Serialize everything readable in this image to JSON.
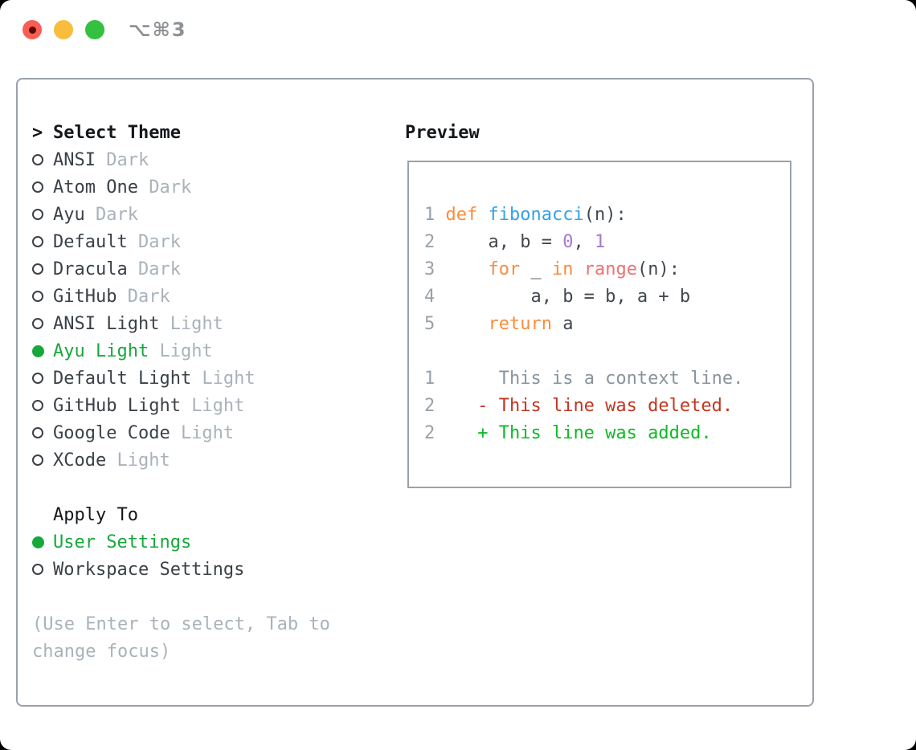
{
  "titlebar": {
    "shortcut": "⌥⌘3"
  },
  "colors": {
    "sel": "#16A83B",
    "kw": "#F98D3D",
    "fn": "#34A0E8",
    "lit": "#A579D2",
    "sp": "#F07171",
    "del": "#C2351F",
    "add": "#0CBB25",
    "num": "#98A1AA",
    "ctx": "#8A939C",
    "fg": "#42484F",
    "muted": "#A9B2BC",
    "text": "#3A4149",
    "border": "#9AA1A9",
    "light-red": "#F75E55",
    "light-yellow": "#F9BD3E",
    "light-green": "#33C13F"
  },
  "theme_select": {
    "prompt": ">",
    "header": "Select Theme",
    "items": [
      {
        "name": "ANSI",
        "tag": "Dark",
        "selected": false
      },
      {
        "name": "Atom One",
        "tag": "Dark",
        "selected": false
      },
      {
        "name": "Ayu",
        "tag": "Dark",
        "selected": false
      },
      {
        "name": "Default",
        "tag": "Dark",
        "selected": false
      },
      {
        "name": "Dracula",
        "tag": "Dark",
        "selected": false
      },
      {
        "name": "GitHub",
        "tag": "Dark",
        "selected": false
      },
      {
        "name": "ANSI Light",
        "tag": "Light",
        "selected": false
      },
      {
        "name": "Ayu Light",
        "tag": "Light",
        "selected": true
      },
      {
        "name": "Default Light",
        "tag": "Light",
        "selected": false
      },
      {
        "name": "GitHub Light",
        "tag": "Light",
        "selected": false
      },
      {
        "name": "Google Code",
        "tag": "Light",
        "selected": false
      },
      {
        "name": "XCode",
        "tag": "Light",
        "selected": false
      }
    ]
  },
  "apply_to": {
    "header": "Apply To",
    "items": [
      {
        "name": "User Settings",
        "selected": true
      },
      {
        "name": "Workspace Settings",
        "selected": false
      }
    ]
  },
  "hint_lines": [
    "(Use Enter to select, Tab to",
    "change focus)"
  ],
  "preview": {
    "header": "Preview",
    "code_lines": [
      [
        {
          "t": "1 ",
          "c": "num"
        },
        {
          "t": "def",
          "c": "kw"
        },
        {
          "t": " ",
          "c": "fg"
        },
        {
          "t": "fibonacci",
          "c": "fn"
        },
        {
          "t": "(n):",
          "c": "fg"
        }
      ],
      [
        {
          "t": "2 ",
          "c": "num"
        },
        {
          "t": "    a, b = ",
          "c": "fg"
        },
        {
          "t": "0",
          "c": "lit"
        },
        {
          "t": ", ",
          "c": "fg"
        },
        {
          "t": "1",
          "c": "lit"
        }
      ],
      [
        {
          "t": "3 ",
          "c": "num"
        },
        {
          "t": "    ",
          "c": "fg"
        },
        {
          "t": "for",
          "c": "kw"
        },
        {
          "t": " _ ",
          "c": "fg"
        },
        {
          "t": "in",
          "c": "kw"
        },
        {
          "t": " ",
          "c": "fg"
        },
        {
          "t": "range",
          "c": "sp"
        },
        {
          "t": "(n):",
          "c": "fg"
        }
      ],
      [
        {
          "t": "4 ",
          "c": "num"
        },
        {
          "t": "        a, b = b, a + b",
          "c": "fg"
        }
      ],
      [
        {
          "t": "5 ",
          "c": "num"
        },
        {
          "t": "    ",
          "c": "fg"
        },
        {
          "t": "return",
          "c": "kw"
        },
        {
          "t": " a",
          "c": "fg"
        }
      ],
      [],
      [
        {
          "t": "1",
          "c": "num"
        },
        {
          "t": "      ",
          "c": "fg"
        },
        {
          "t": "This is a context line.",
          "c": "ctx"
        }
      ],
      [
        {
          "t": "2",
          "c": "num"
        },
        {
          "t": "    ",
          "c": "fg"
        },
        {
          "t": "- This line was deleted.",
          "c": "del"
        }
      ],
      [
        {
          "t": "2",
          "c": "num"
        },
        {
          "t": "    ",
          "c": "fg"
        },
        {
          "t": "+ This line was added.",
          "c": "add"
        }
      ]
    ]
  }
}
